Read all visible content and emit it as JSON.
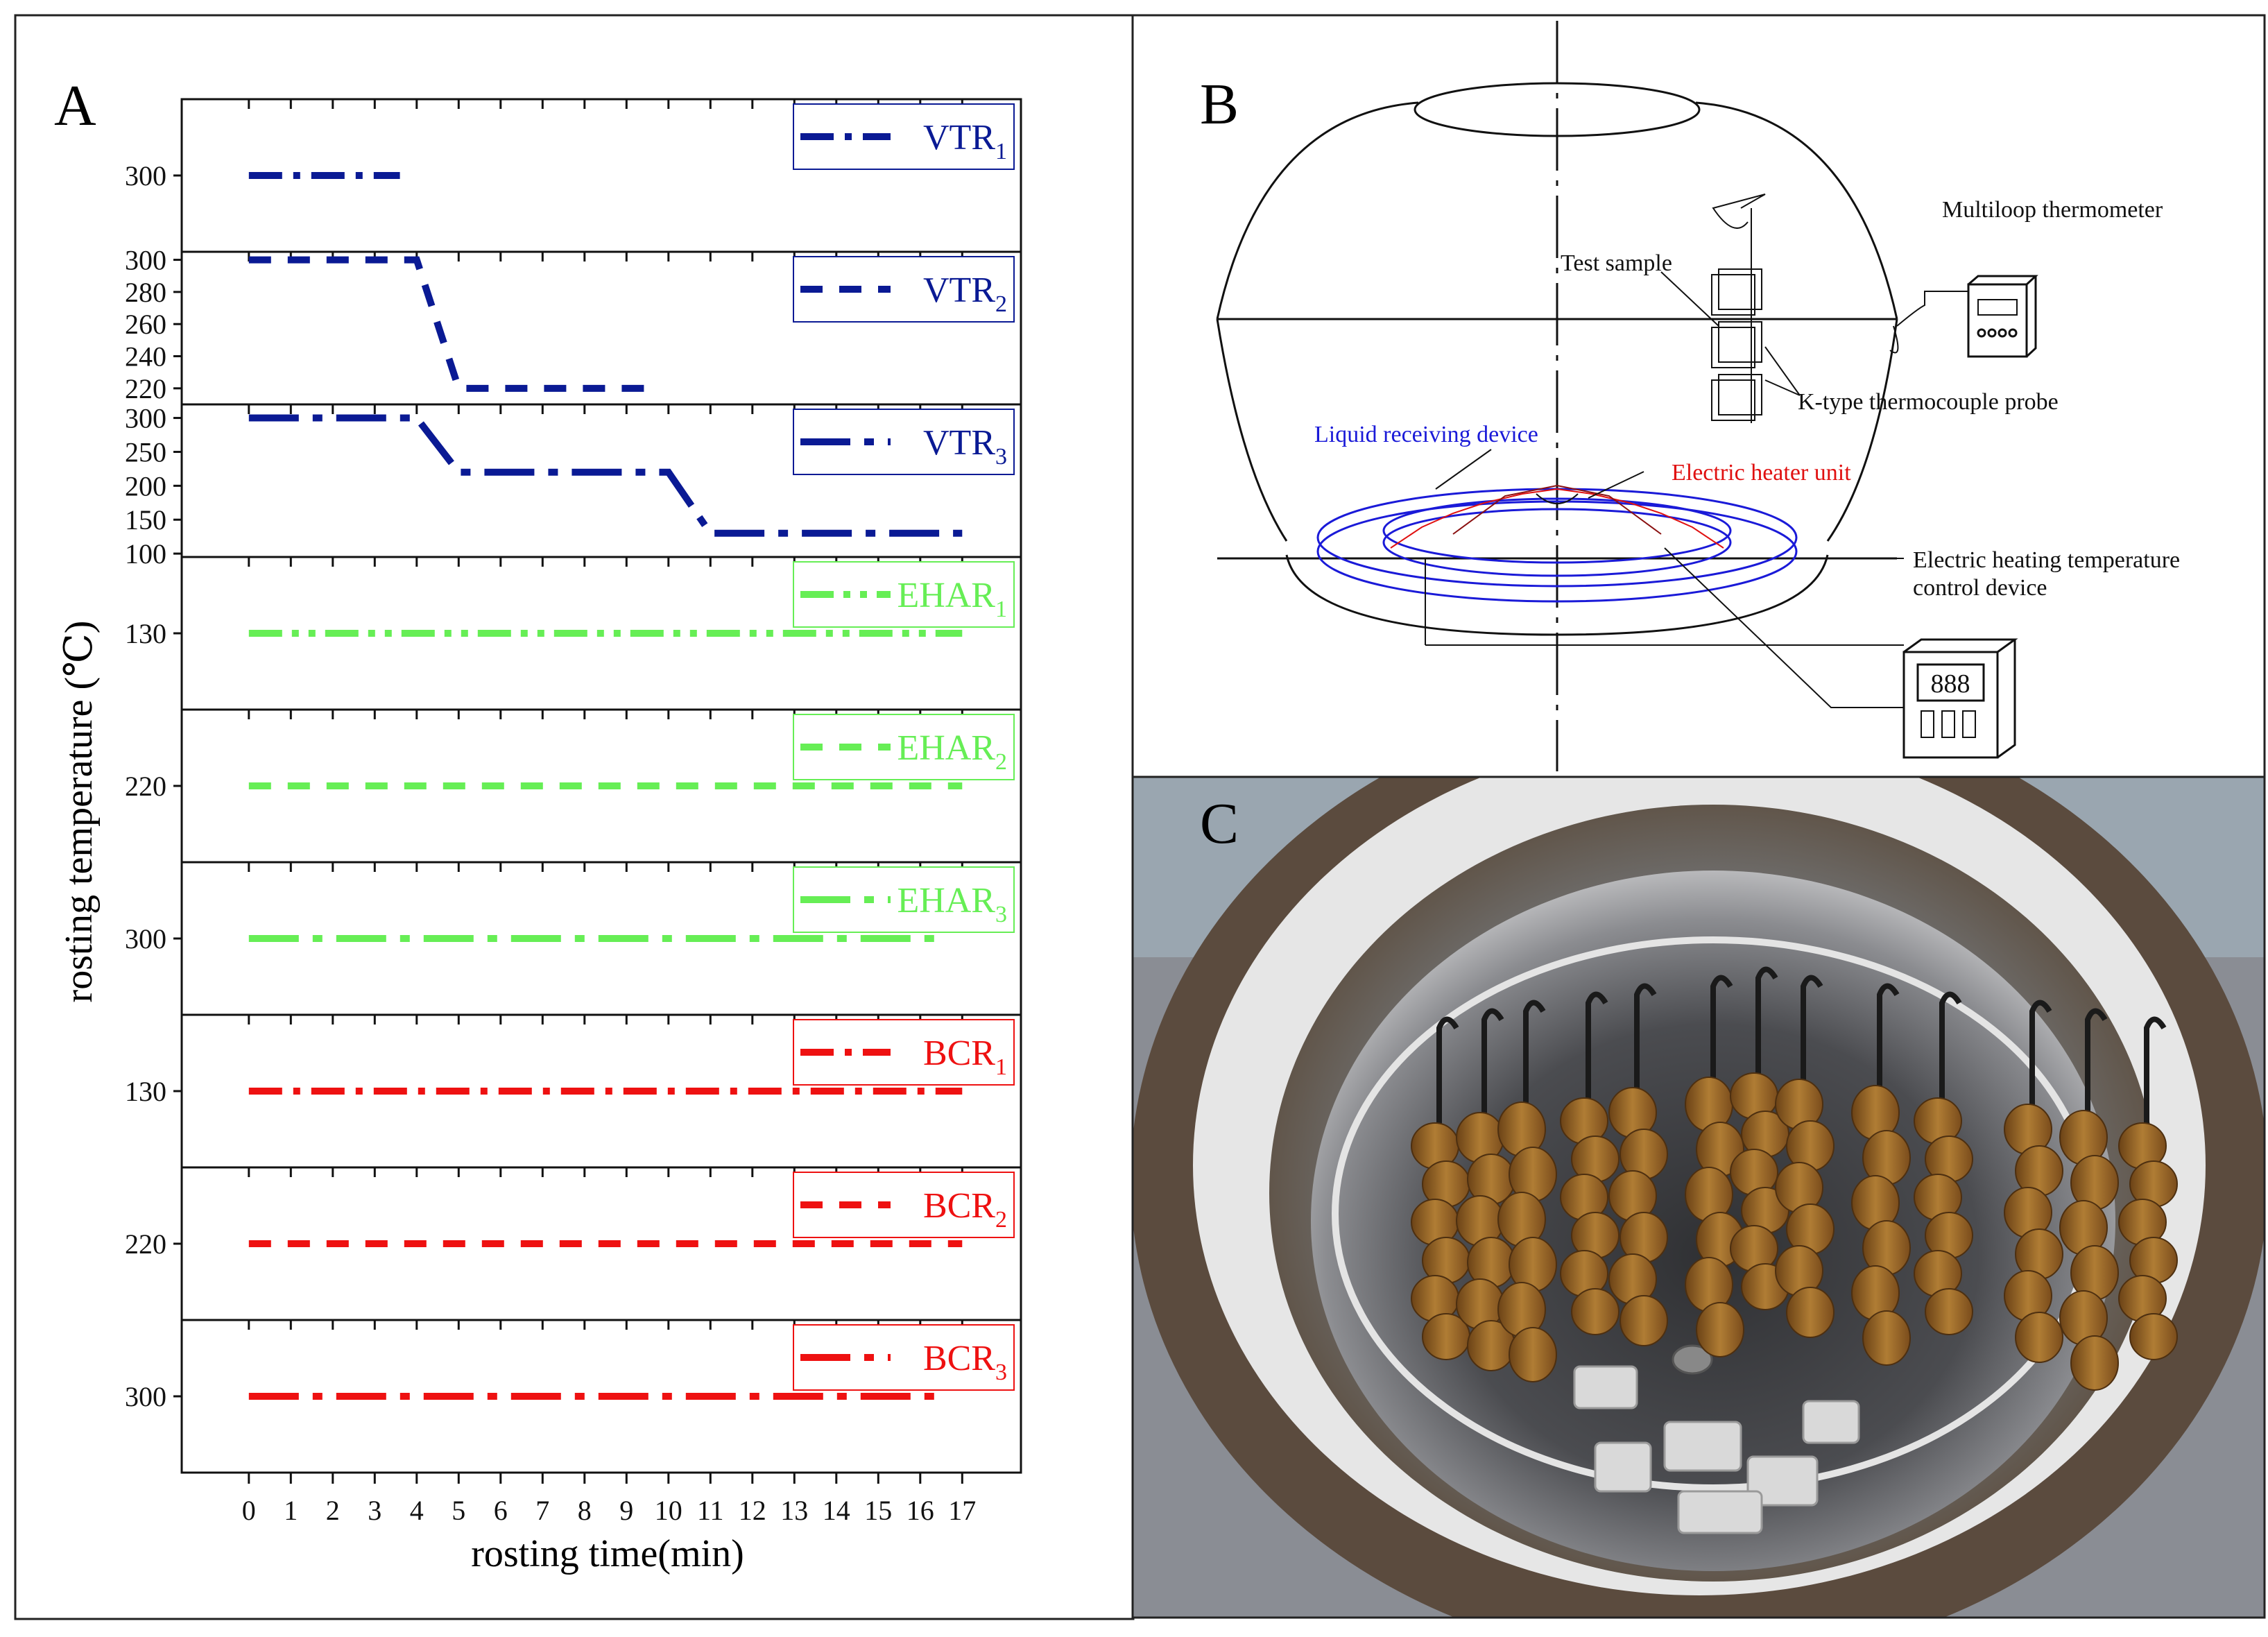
{
  "figure": {
    "panel_letters": [
      "A",
      "B",
      "C"
    ]
  },
  "chart_data": {
    "type": "line",
    "xlabel": "rosting time(min)",
    "ylabel": "rosting temperature (℃)",
    "x_ticks": [
      0,
      1,
      2,
      3,
      4,
      5,
      6,
      7,
      8,
      9,
      10,
      11,
      12,
      13,
      14,
      15,
      16,
      17
    ],
    "xlim": [
      -1.6,
      18.4
    ],
    "grid": false,
    "legend_position": "top-right",
    "series": [
      {
        "name": "VTR",
        "sub": "1",
        "color": "#0a1a94",
        "dash": "dashdot",
        "ylim": [
          240,
          360
        ],
        "yticks": [
          300
        ],
        "points": [
          [
            0,
            300
          ],
          [
            3.6,
            300
          ]
        ]
      },
      {
        "name": "VTR",
        "sub": "2",
        "color": "#0a1a94",
        "dash": "dash",
        "ylim": [
          210,
          305
        ],
        "yticks": [
          220,
          240,
          260,
          280,
          300
        ],
        "points": [
          [
            0,
            300
          ],
          [
            4,
            300
          ],
          [
            5,
            220
          ],
          [
            9.6,
            220
          ]
        ]
      },
      {
        "name": "VTR",
        "sub": "3",
        "color": "#0a1a94",
        "dash": "longdashdot",
        "ylim": [
          95,
          320
        ],
        "yticks": [
          100,
          150,
          200,
          250,
          300
        ],
        "points": [
          [
            0,
            300
          ],
          [
            4,
            300
          ],
          [
            5,
            220
          ],
          [
            10,
            220
          ],
          [
            11,
            130
          ],
          [
            17,
            130
          ]
        ]
      },
      {
        "name": "EHAR",
        "sub": "1",
        "color": "#66ee55",
        "dash": "dashdotdot",
        "ylim": [
          80,
          180
        ],
        "yticks": [
          130
        ],
        "points": [
          [
            0,
            130
          ],
          [
            17,
            130
          ]
        ]
      },
      {
        "name": "EHAR",
        "sub": "2",
        "color": "#66ee55",
        "dash": "dash",
        "ylim": [
          170,
          270
        ],
        "yticks": [
          220
        ],
        "points": [
          [
            0,
            220
          ],
          [
            17,
            220
          ]
        ]
      },
      {
        "name": "EHAR",
        "sub": "3",
        "color": "#66ee55",
        "dash": "longdashdot",
        "ylim": [
          250,
          350
        ],
        "yticks": [
          300
        ],
        "points": [
          [
            0,
            300
          ],
          [
            16.5,
            300
          ]
        ]
      },
      {
        "name": "BCR",
        "sub": "1",
        "color": "#ee1111",
        "dash": "dashdot",
        "ylim": [
          80,
          180
        ],
        "yticks": [
          130
        ],
        "points": [
          [
            0,
            130
          ],
          [
            17,
            130
          ]
        ]
      },
      {
        "name": "BCR",
        "sub": "2",
        "color": "#ee1111",
        "dash": "dash",
        "ylim": [
          170,
          270
        ],
        "yticks": [
          220
        ],
        "points": [
          [
            0,
            220
          ],
          [
            17,
            220
          ]
        ]
      },
      {
        "name": "BCR",
        "sub": "3",
        "color": "#ee1111",
        "dash": "longdashdot",
        "ylim": [
          250,
          350
        ],
        "yticks": [
          300
        ],
        "points": [
          [
            0,
            300
          ],
          [
            16.5,
            300
          ]
        ]
      }
    ]
  },
  "diagram": {
    "labels": {
      "multiloop": "Multiloop thermometer",
      "test_sample": "Test sample",
      "thermocouple": "K-type thermocouple probe",
      "liquid": "Liquid receiving device",
      "heater": "Electric heater unit",
      "control_line1": "Electric heating temperature",
      "control_line2": "control device",
      "display": "888"
    },
    "colors": {
      "liquid": "#1a1ad8",
      "heater": "#e01010",
      "line": "#111111"
    }
  },
  "photo": {
    "description_colors": {
      "wall": "#4a4a4a",
      "skewer": "#9a6a28",
      "ash": "#e8e8e8"
    }
  }
}
